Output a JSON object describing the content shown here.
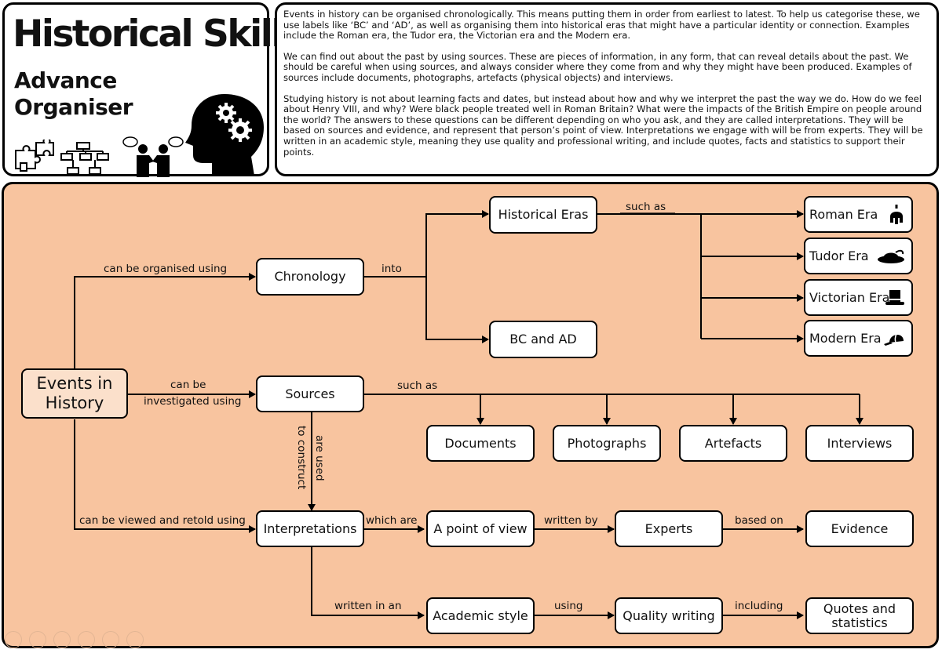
{
  "title_panel": {
    "title": "Historical Skills",
    "subtitle": "Advance\nOrganiser"
  },
  "intro": {
    "p1": "Events in history can be organised chronologically.  This means putting them in order from earliest to latest.  To help us categorise these, we use labels like ‘BC’ and ‘AD’, as well as organising them into historical eras that might have a particular identity or connection.  Examples include the Roman era, the Tudor era, the Victorian era and the Modern era.",
    "p2": "We can find out about the past by using sources.  These are pieces of information, in any form, that can reveal details about the past.  We should be careful when using sources, and always consider where they come from and why they might have been produced.  Examples of sources include documents, photographs, artefacts (physical objects) and interviews.",
    "p3": "Studying history is not about learning facts and dates, but instead about how and why we interpret the past the way we do.  How do we feel about Henry VIII, and why?  Were black people treated well in Roman Britain?  What were the impacts of the British Empire on people around the world?  The answers to these questions can be different depending on who you ask, and they are called interpretations.  They will be based on sources and evidence, and represent that person’s point of view.  Interpretations we engage with will be from experts.  They will be written in an academic style, meaning they use quality and professional writing, and include quotes, facts and statistics to support their points."
  },
  "nodes": {
    "events": "Events in\nHistory",
    "chronology": "Chronology",
    "historical_eras": "Historical Eras",
    "bc_ad": "BC and AD",
    "roman": "Roman Era",
    "tudor": "Tudor Era",
    "victorian": "Victorian Era",
    "modern": "Modern Era",
    "sources": "Sources",
    "documents": "Documents",
    "photographs": "Photographs",
    "artefacts": "Artefacts",
    "interviews": "Interviews",
    "interpretations": "Interpretations",
    "point_of_view": "A point of view",
    "experts": "Experts",
    "evidence": "Evidence",
    "academic": "Academic style",
    "quality": "Quality writing",
    "quotes": "Quotes and\nstatistics"
  },
  "links": {
    "organised": "can be organised using",
    "into": "into",
    "such_as_eras": "such as",
    "can_be": "can be",
    "investigated": "investigated using",
    "such_as_sources": "such as",
    "to_construct": "to construct",
    "are_used": "are used",
    "viewed": "can be viewed and retold using",
    "which_are": "which are",
    "written_by": "written by",
    "based_on": "based on",
    "written_in": "written in an",
    "using": "using",
    "including": "including"
  },
  "icons": [
    "puzzle-pieces-icon",
    "flowchart-icon",
    "talking-people-icon",
    "head-gears-icon",
    "roman-helmet-icon",
    "tudor-hat-icon",
    "top-hat-icon",
    "baseball-cap-icon"
  ],
  "colors": {
    "map_background": "#f8c49f",
    "root_node": "#fbe0cb",
    "border": "#000000"
  }
}
